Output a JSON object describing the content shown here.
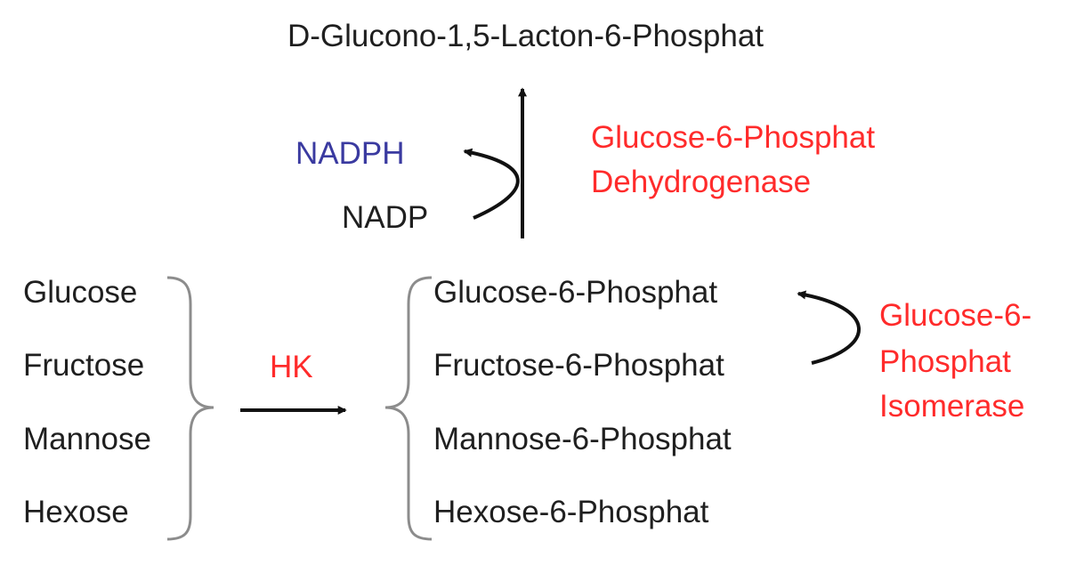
{
  "product": "D-Glucono-1,5-Lacton-6-Phosphat",
  "g6pdh": {
    "line1": "Glucose-6-Phosphat",
    "line2": "Dehydrogenase"
  },
  "cofactors": {
    "nadph": "NADPH",
    "nadp": "NADP"
  },
  "hexoses": [
    "Glucose",
    "Fructose",
    "Mannose",
    "Hexose"
  ],
  "phosphates": [
    "Glucose-6-Phosphat",
    "Fructose-6-Phosphat",
    "Mannose-6-Phosphat",
    "Hexose-6-Phosphat"
  ],
  "hk_label": "HK",
  "isomerase": {
    "line1": "Glucose-6-",
    "line2": "Phosphat",
    "line3": "Isomerase"
  },
  "colors": {
    "enzyme": "#ff2b2b",
    "nadph": "#3a3aa0",
    "text": "#1f1f1f",
    "brace": "#8c8c8c",
    "arrow": "#111111"
  }
}
